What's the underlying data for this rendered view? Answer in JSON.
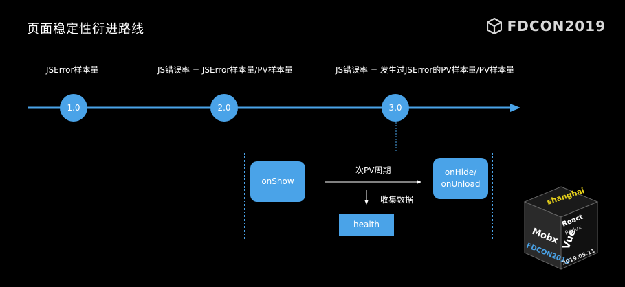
{
  "title": "页面稳定性衍进路线",
  "logo_text": "FDCON2019",
  "versions": [
    {
      "node": "1.0",
      "label": "JSError样本量"
    },
    {
      "node": "2.0",
      "label": "JS错误率 = JSError样本量/PV样本量"
    },
    {
      "node": "3.0",
      "label": "JS错误率 = 发生过JSError的PV样本量/PV样本量"
    }
  ],
  "detail": {
    "on_show": "onShow",
    "on_hide_line1": "onHide/",
    "on_hide_line2": "onUnload",
    "cycle_label": "一次PV周期",
    "collect_label": "收集数据",
    "health": "health"
  },
  "colors": {
    "accent": "#4aa3e8",
    "background": "#000000"
  },
  "cube_words": [
    "shanghai",
    "React",
    "Redux",
    "Vue",
    "Mobx",
    "FDCON2019",
    "2019.05.11"
  ]
}
